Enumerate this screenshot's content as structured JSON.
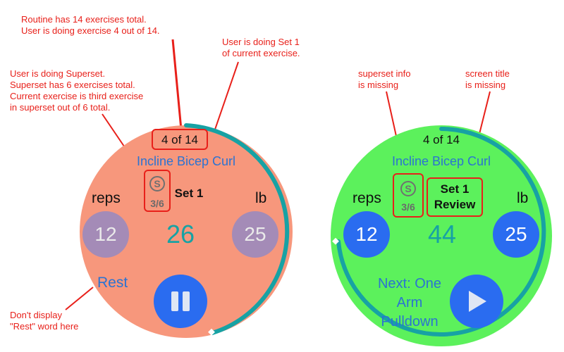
{
  "annotations": {
    "routine": "Routine has 14 exercises total.\nUser is doing exercise 4 out of 14.",
    "set": "User is doing Set 1\nof current exercise.",
    "superset": "User is doing Superset.\nSuperset has 6 exercises total.\nCurrent exercise is third exercise\nin superset out of 6 total.",
    "rest_word": "Don't display\n\"Rest\" word here",
    "superset_missing": "superset info\nis missing",
    "title_missing": "screen title\nis missing"
  },
  "left_screen": {
    "counter": "4 of 14",
    "exercise": "Incline Bicep Curl",
    "superset_icon": "S",
    "superset_count": "3/6",
    "set": "Set 1",
    "reps_label": "reps",
    "reps_value": "12",
    "weight_label": "lb",
    "weight_value": "25",
    "timer": "26",
    "rest_label": "Rest",
    "action_icon": "pause-icon"
  },
  "right_screen": {
    "counter": "4 of 14",
    "exercise": "Incline Bicep Curl",
    "superset_icon": "S",
    "superset_count": "3/6",
    "set": "Set 1\nReview",
    "reps_label": "reps",
    "reps_value": "12",
    "weight_label": "lb",
    "weight_value": "25",
    "timer": "44",
    "next_label": "Next: One Arm Pulldown",
    "action_icon": "play-icon"
  },
  "colors": {
    "left_bg": "#f7977c",
    "right_bg": "#5cf15c",
    "annotation_red": "#e8201a",
    "progress_teal": "#17a2a4",
    "exercise_blue": "#2b73d2",
    "left_circle": "#a48bb7",
    "right_circle": "#2a6cf0",
    "timer_teal": "#17a2a4"
  }
}
